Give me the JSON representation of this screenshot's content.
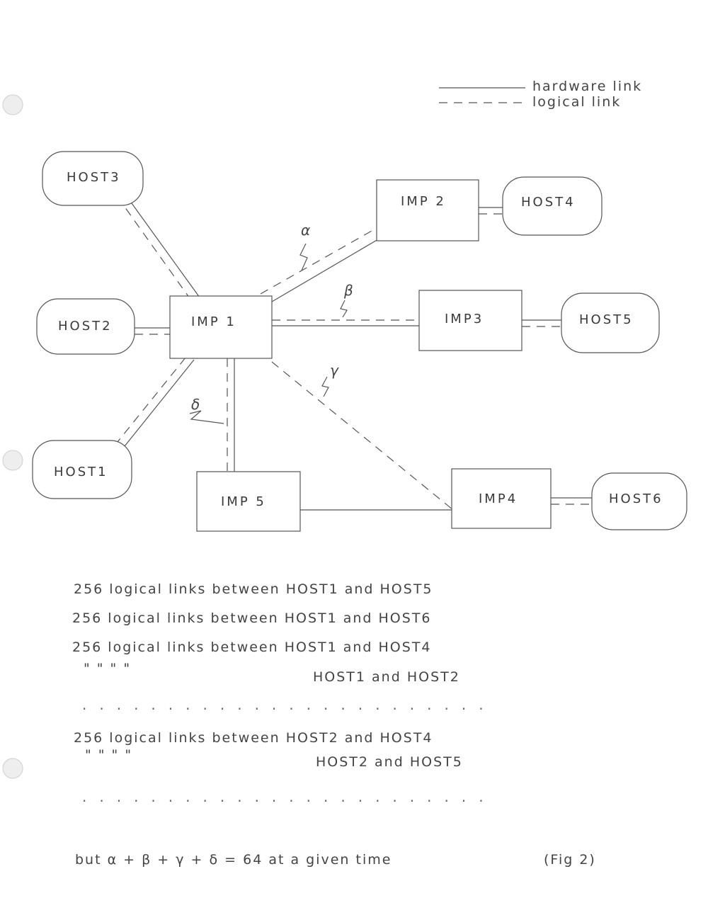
{
  "legend": {
    "hardware_label": "hardware link",
    "logical_label": "logical link"
  },
  "nodes": {
    "host3": "HOST3",
    "host2": "HOST2",
    "host1": "HOST1",
    "imp1": "IMP 1",
    "imp2": "IMP 2",
    "host4": "HOST4",
    "imp3": "IMP3",
    "host5": "HOST5",
    "imp5": "IMP 5",
    "imp4": "IMP4",
    "host6": "HOST6"
  },
  "link_labels": {
    "alpha": "α",
    "beta": "β",
    "gamma": "γ",
    "delta": "δ"
  },
  "notes": {
    "line1": "256  logical links between   HOST1 and HOST5",
    "line2": "256  logical links between   HOST1 and HOST6",
    "line3": "256  logical links between   HOST1 and HOST4",
    "line4_ditto": "\"       \"       \"       \"",
    "line4_hosts": "HOST1 and HOST2",
    "dots1": "........................",
    "line5": "256  logical links between   HOST2 and HOST4",
    "line6_ditto": "\"       \"       \"       \"",
    "line6_hosts": "HOST2 and HOST5",
    "dots2": "........................",
    "constraint": "but  α + β + γ + δ = 64  at a given time",
    "figure": "(Fig 2)"
  },
  "colors": {
    "ink": "#555555",
    "paper": "#ffffff"
  }
}
